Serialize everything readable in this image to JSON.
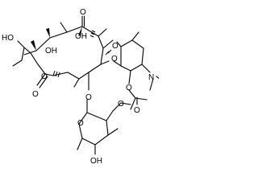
{
  "molecule": {
    "atom_labels": {
      "macrolide_ketone_O": "O",
      "diol_left_OH": "HO",
      "diol_right_OH": "OH",
      "tertiary_OH": "OH",
      "ring_ester_O": "O",
      "lactone_carbonyl_O": "O",
      "sugar_ring_O": "O",
      "glycoside_O_upper": "O",
      "amine_N": "N",
      "acetate_O": "O",
      "acetate_carbonyl_O": "O",
      "glycoside_O_lower": "O",
      "cladinose_ring_O": "O",
      "methoxy_O": "O",
      "cladinose_OH": "OH"
    }
  }
}
